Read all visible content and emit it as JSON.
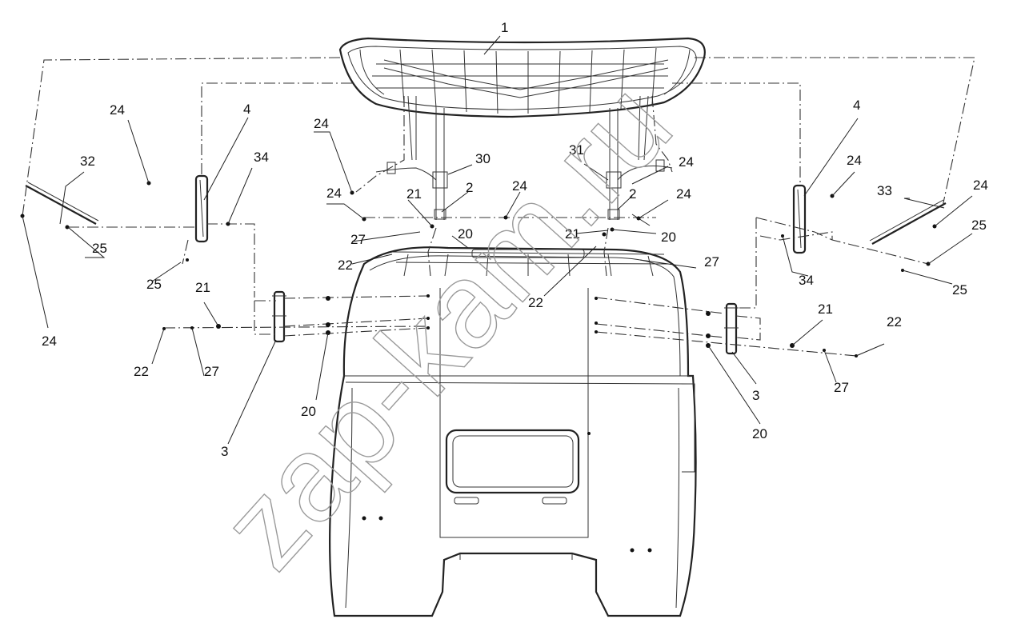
{
  "watermark": "zap-kam.ru",
  "callouts": {
    "c1": "1",
    "c2a": "2",
    "c2b": "2",
    "c3a": "3",
    "c3b": "3",
    "c4a": "4",
    "c4b": "4",
    "c20a": "20",
    "c20b": "20",
    "c20c": "20",
    "c20d": "20",
    "c21a": "21",
    "c21b": "21",
    "c21c": "21",
    "c21d": "21",
    "c22a": "22",
    "c22b": "22",
    "c22c": "22",
    "c22d": "22",
    "c24a": "24",
    "c24b": "24",
    "c24c": "24",
    "c24d": "24",
    "c24e": "24",
    "c24f": "24",
    "c24g": "24",
    "c24h": "24",
    "c24i": "24",
    "c25a": "25",
    "c25b": "25",
    "c25c": "25",
    "c25d": "25",
    "c27a": "27",
    "c27b": "27",
    "c27c": "27",
    "c27d": "27",
    "c30": "30",
    "c31": "31",
    "c32": "32",
    "c33": "33",
    "c34a": "34",
    "c34b": "34"
  }
}
